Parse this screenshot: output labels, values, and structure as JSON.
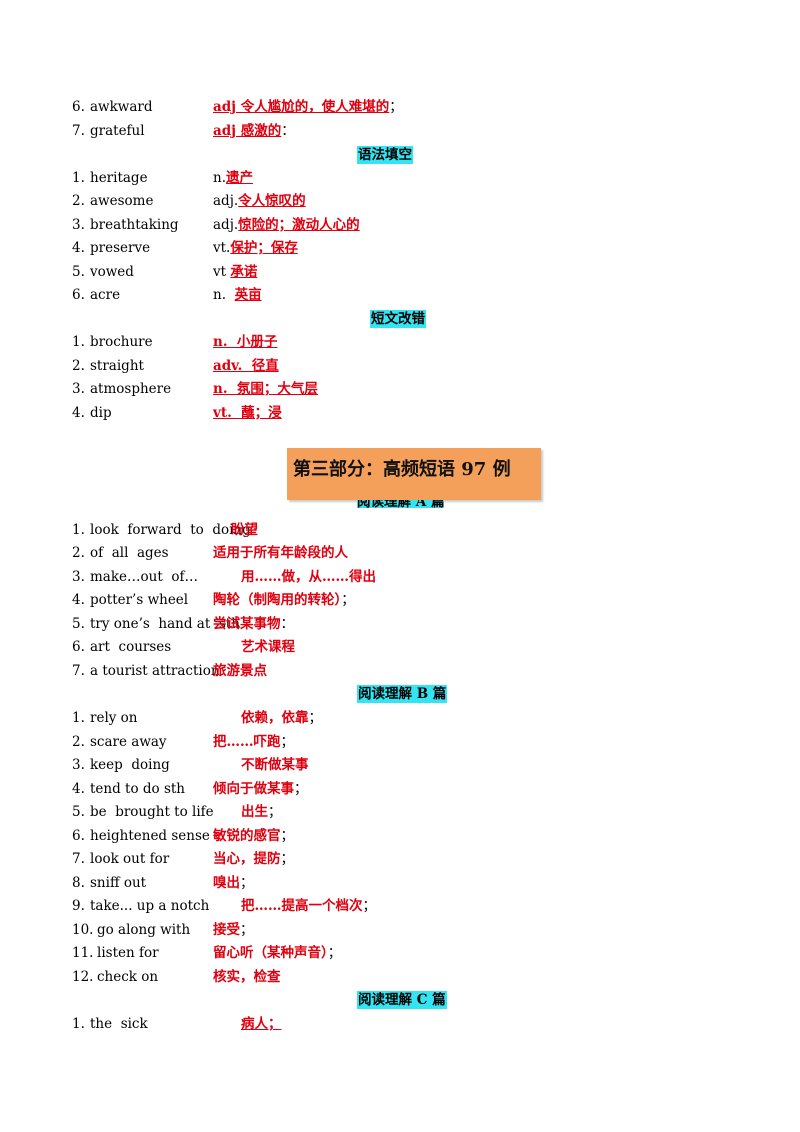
{
  "sections": {
    "vocab_tail": [
      {
        "num": "6.",
        "term": "awkward",
        "pos": "",
        "def": "adj 令人尴尬的，使人难堪的",
        "tail": "；"
      },
      {
        "num": "7.",
        "term": "grateful",
        "pos": "",
        "def": "adj 感激的",
        "tail": "："
      }
    ],
    "grammar_heading": "语法填空",
    "grammar": [
      {
        "num": "1.",
        "term": "heritage",
        "pos": "n.",
        "def": "遗产"
      },
      {
        "num": "2.",
        "term": "awesome",
        "pos": "adj.",
        "def": "令人惊叹的"
      },
      {
        "num": "3.",
        "term": "breathtaking",
        "pos": "adj.",
        "def": "惊险的；激动人心的"
      },
      {
        "num": "4.",
        "term": "preserve",
        "pos": "vt.",
        "def": "保护；保存"
      },
      {
        "num": "5.",
        "term": "vowed",
        "pos": "vt ",
        "def": "承诺"
      },
      {
        "num": "6.",
        "term": "acre",
        "pos": "n.  ",
        "def": "英亩"
      }
    ],
    "correction_heading": "短文改错",
    "correction": [
      {
        "num": "1.",
        "term": "brochure",
        "def": "n.  小册子"
      },
      {
        "num": "2.",
        "term": "straight",
        "def": "adv.  径直"
      },
      {
        "num": "3.",
        "term": "atmosphere",
        "def": "n.  氛围；大气层"
      },
      {
        "num": "4.",
        "term": "dip",
        "def": "vt.  蘸；浸"
      }
    ],
    "part_title": "第三部分：高频短语 97 例",
    "reading_a_heading": "阅读理解 A 篇",
    "reading_a": [
      {
        "num": "1.",
        "term": "look  forward  to  doing",
        "def": "盼望",
        "tail": ""
      },
      {
        "num": "2.",
        "term": "of  all  ages",
        "def": "适用于所有年龄段的人",
        "tail": ""
      },
      {
        "num": "3.",
        "term": "make…out  of…",
        "def": "用……做，从……得出",
        "tail": ""
      },
      {
        "num": "4.",
        "term": "potter’s wheel",
        "def": "陶轮（制陶用的转轮）",
        "tail": "；"
      },
      {
        "num": "5.",
        "term": "try one’s  hand at  sth",
        "def": "尝试某事物",
        "tail": "："
      },
      {
        "num": "6.",
        "term": "art  courses",
        "def": "艺术课程",
        "tail": ""
      },
      {
        "num": "7.",
        "term": "a tourist attraction",
        "def": "旅游景点",
        "tail": ""
      }
    ],
    "reading_b_heading": "阅读理解 B 篇",
    "reading_b": [
      {
        "num": "1.",
        "term": "rely on",
        "def": "依赖，依靠",
        "tail": "；"
      },
      {
        "num": "2.",
        "term": "scare away",
        "def": "把……吓跑",
        "tail": "；"
      },
      {
        "num": "3.",
        "term": "keep  doing",
        "def": "不断做某事",
        "tail": ""
      },
      {
        "num": "4.",
        "term": "tend to do sth",
        "def": "倾向于做某事",
        "tail": "；"
      },
      {
        "num": "5.",
        "term": "be  brought to life",
        "def": "出生",
        "tail": "；"
      },
      {
        "num": "6.",
        "term": "heightened sense",
        "def": "敏锐的感官",
        "tail": "；"
      },
      {
        "num": "7.",
        "term": "look out for",
        "def": "当心，提防",
        "tail": "；"
      },
      {
        "num": "8.",
        "term": "sniff out",
        "def": "嗅出",
        "tail": "；"
      },
      {
        "num": "9.",
        "term": "take... up a notch",
        "def": "把……提高一个档次",
        "tail": "；"
      },
      {
        "num": "10.",
        "term": "go along with",
        "def": "接受",
        "tail": "；"
      },
      {
        "num": "11.",
        "term": "listen for",
        "def": "留心听（某种声音）",
        "tail": "；"
      },
      {
        "num": "12.",
        "term": "check on",
        "def": "核实，检查",
        "tail": ""
      }
    ],
    "reading_c_heading": "阅读理解 C 篇",
    "reading_c": [
      {
        "num": "1.",
        "term": "the  sick",
        "def": "病人；",
        "tail": ""
      }
    ]
  },
  "colors": {
    "definition": "#e0000f",
    "heading_highlight": "#33e5f2",
    "part_box": "#f4a05a"
  }
}
